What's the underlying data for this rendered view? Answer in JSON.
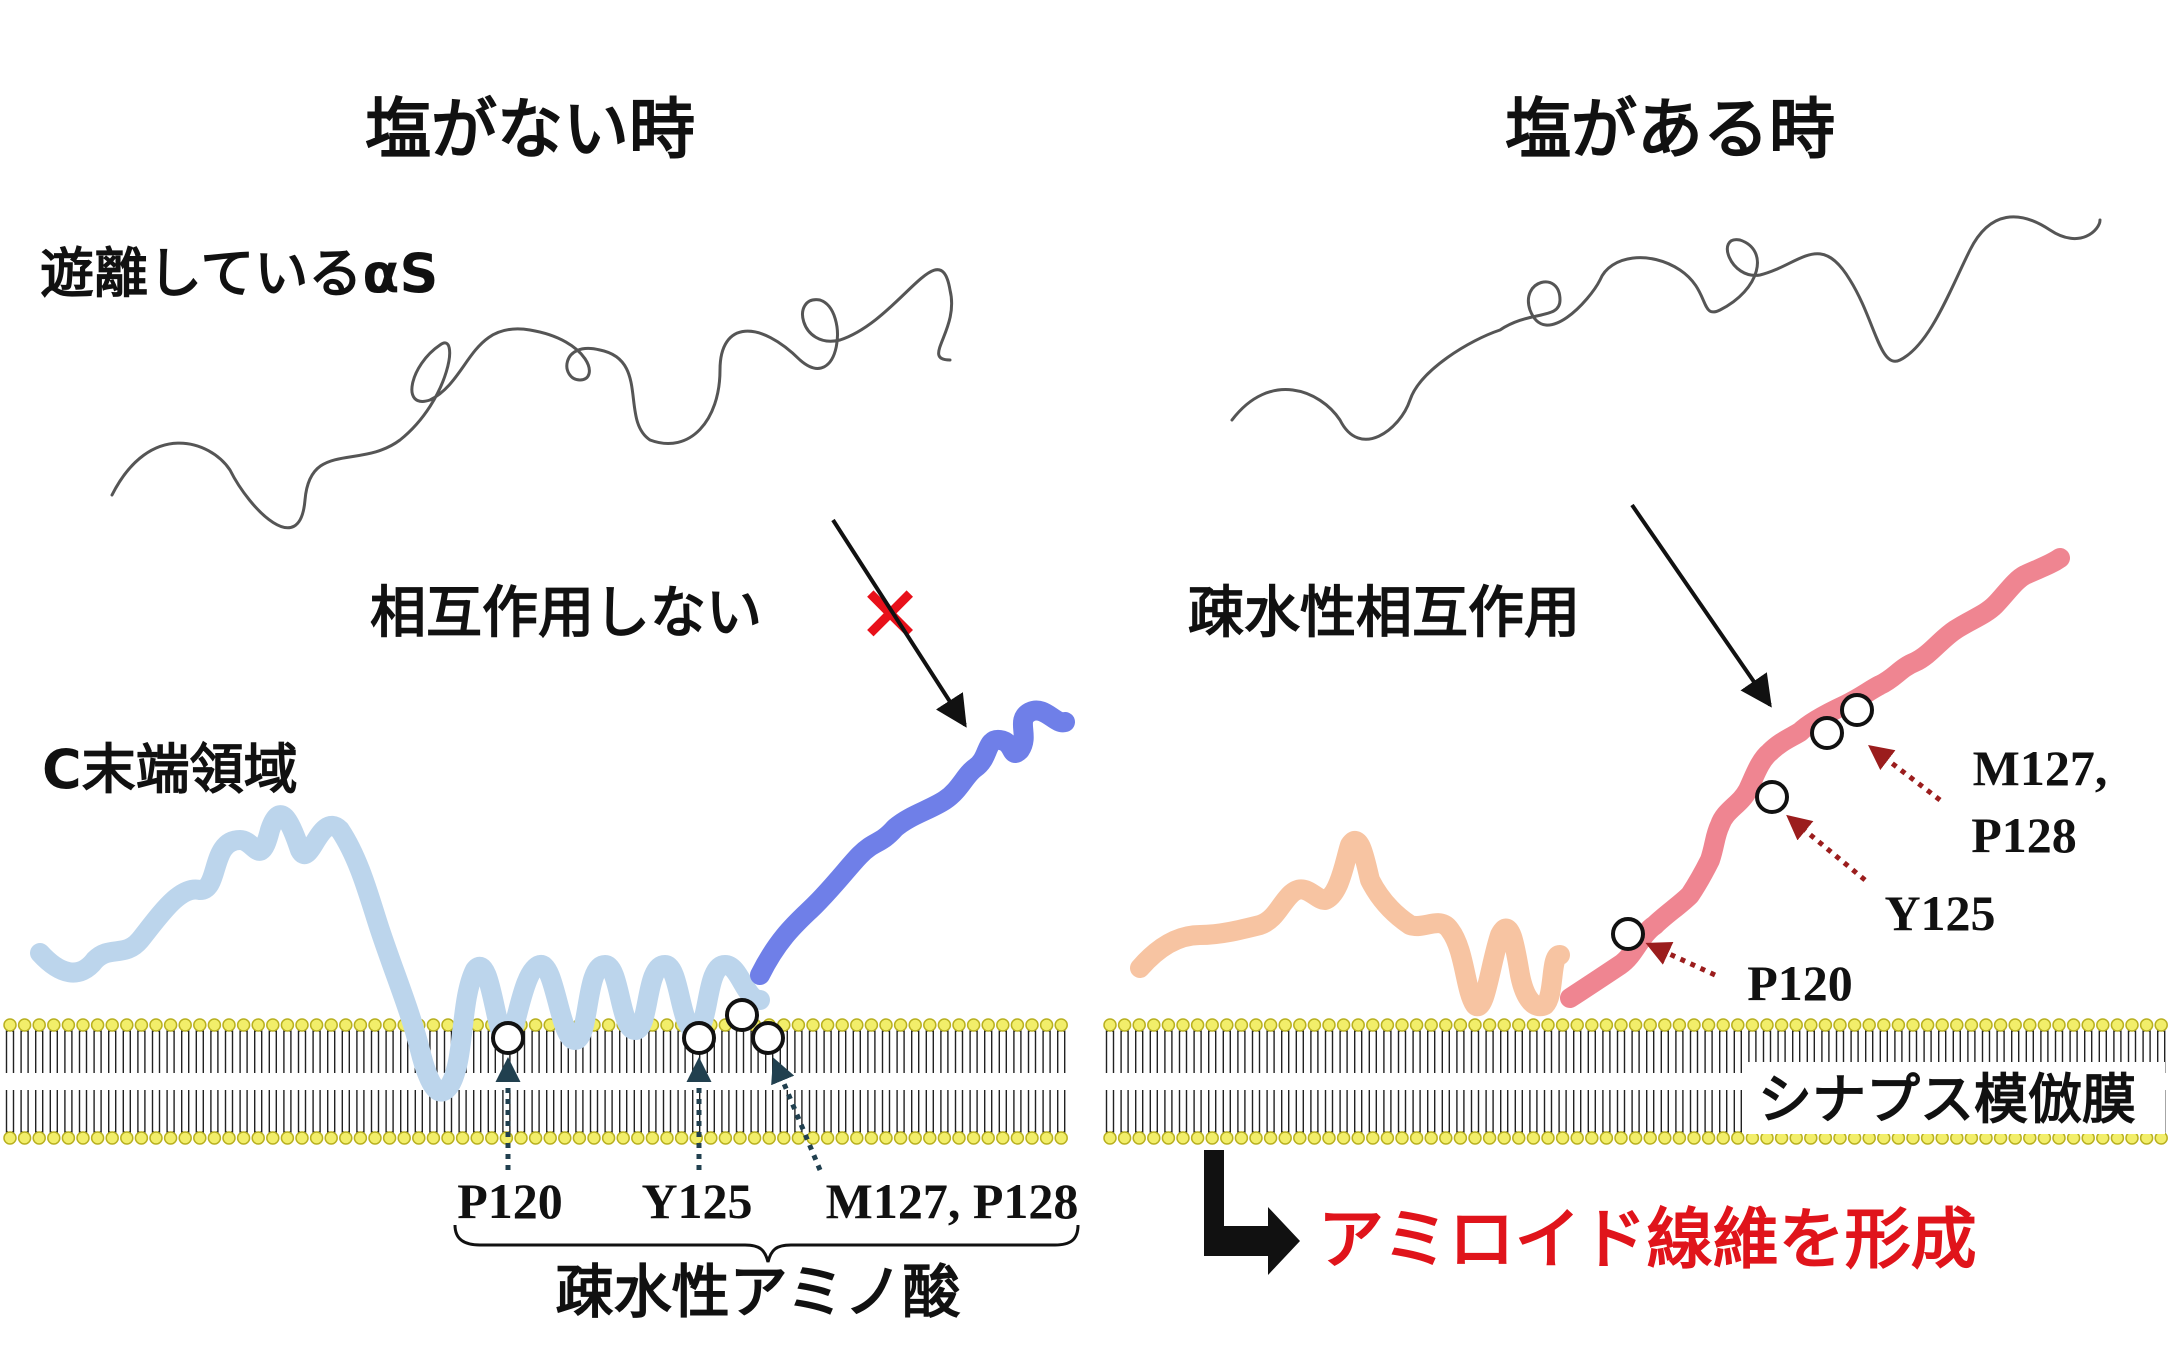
{
  "titles": {
    "left": "塩がない時",
    "right": "塩がある時"
  },
  "labels": {
    "free_alpha_s": "遊離しているαS",
    "no_interaction": "相互作用しない",
    "c_terminal": "C末端領域",
    "hydrophobic_interaction": "疎水性相互作用",
    "hydrophobic_amino_acids": "疎水性アミノ酸",
    "membrane": "シナプス模倣膜",
    "amyloid": "アミロイド線維を形成"
  },
  "residues": {
    "p120": "P120",
    "y125": "Y125",
    "m127_p128_inline": "M127, P128",
    "m127": "M127,",
    "p128": "P128"
  },
  "symbols": {
    "cross": "×"
  },
  "colors": {
    "text": "#111111",
    "free_chain": "#555555",
    "c_term_light_left": "#bcd5ec",
    "c_term_dark_left": "#6f7fe8",
    "c_term_light_right": "#f7c4a2",
    "c_term_right": "#ef8591",
    "membrane_head": "#f2ee6a",
    "membrane_head_stroke": "#b8b020",
    "cross": "#e8101a",
    "amyloid": "#e0141b",
    "arrow_left": "#21404f",
    "arrow_right": "#9b1d1d"
  }
}
